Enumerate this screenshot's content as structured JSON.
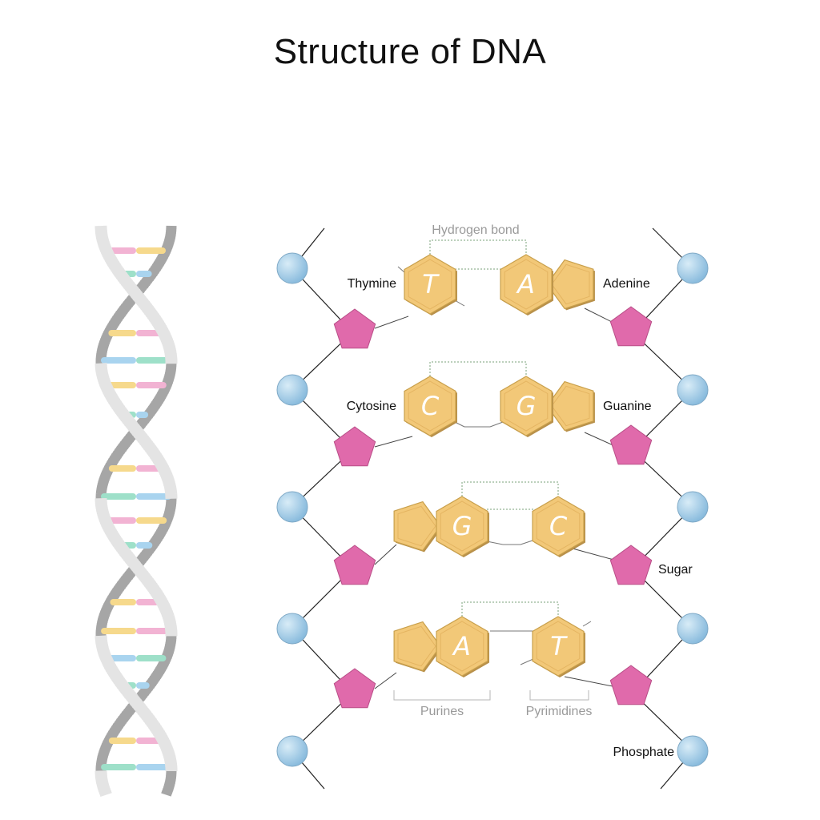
{
  "title": "Structure of DNA",
  "labels": {
    "hydrogen_bond": "Hydrogen bond",
    "thymine": "Thymine",
    "adenine": "Adenine",
    "cytosine": "Cytosine",
    "guanine": "Guanine",
    "sugar": "Sugar",
    "purines": "Purines",
    "pyrimidines": "Pyrimidines",
    "phosphate": "Phosphate"
  },
  "base_pairs": [
    {
      "left": "T",
      "right": "A"
    },
    {
      "left": "C",
      "right": "G"
    },
    {
      "left": "G",
      "right": "C"
    },
    {
      "left": "A",
      "right": "T"
    }
  ],
  "colors": {
    "phosphate": "#a9cfe8",
    "sugar": "#e06aab",
    "base": "#f2c878",
    "base_stroke": "#c9a04c",
    "helix": "#cfcfcf",
    "rung_pink": "#f2b3d3",
    "rung_yellow": "#f6d98c",
    "rung_blue": "#a9d4ef",
    "rung_green": "#9ee0c9"
  }
}
